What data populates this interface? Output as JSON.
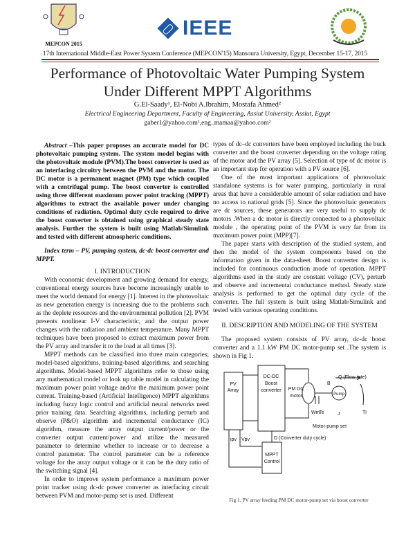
{
  "header": {
    "left_logo_caption": "MEPCON 2015",
    "center_logo_text": "IEEE",
    "conference_line": "17th International Middle-East Power System Conference (MEPCON'15) Mansoura University, Egypt, December 15-17, 2015",
    "colors": {
      "rule": "#6b2a2a",
      "ieee_blue": "#1f5aa6"
    }
  },
  "paper": {
    "title_line1": "Performance of Photovoltaic Water Pumping System",
    "title_line2": "Under Different MPPT Algorithms",
    "authors": "G.El-Saady¹, El-Nobi A.Ibrahim, Mostafa Ahmed²",
    "affiliation": "Electrical Engineering Department, Faculty of Engineering, Assiut University, Assiut, Egypt",
    "emails": "gaber1@yahoo.com¹,eng_mamaa@yahoo.com²"
  },
  "left_column": {
    "abstract_label": "Abstract",
    "abstract_text": " –This paper proposes an accurate model for DC photovoltaic pumping system. The system model begins with the photovoltaic module (PVM).The boost converter is used as an interfacing circuitry between the PVM and the motor. The DC motor is a permanent magnet (PM) type which coupled with a centrifugal pump. The boost converter is controlled using three different maximum power point tracking (MPPT) algorithms to extract the available power under changing conditions of radiation. Optimal duty cycle required to drive the boost converter is obtained using graphical steady state analysis. Further the system is built using Matlab/Simulink and tested with different atmospheric conditions.",
    "index_terms": "Index term – PV, pumping system, dc-dc boost converter and MPPT.",
    "section1_heading": "I. INTRODUCTION",
    "paragraphs": [
      "With economic development and growing demand for energy, conventional energy sources have become increasingly unable to meet the world demand for energy [1]. Interest in the photovoltaic as new generation energy is increasing due to the problems such as the deplete resources and the environmental pollution [2]. PVM presents nonlinear I-V characteristic, and the output power changes with the radiation and ambient temperature. Many MPPT techniques have been proposed to extract maximum power from the PV array and transfer it to the load at all times [3].",
      "MPPT methods can be classified into three main categories; model-based algorithms, training-based algorithms, and searching algorithms. Model-based MPPT algorithms refer to those using any mathematical model or look up table model in calculating the maximum power point voltage and/or the maximum power point current. Training-based (Artificial Intelligence) MPPT algorithms including fuzzy logic control and artificial neural networks need prior training data. Searching algorithms, including perturb and observe (P&O) algorithm and incremental conductance (IC) algorithm, measure the array output current/power or the converter output current/power and utilize the measured parameter to determine whether to increase or to decrease a control parameter. The control parameter can be a reference voltage for the array output voltage or it can be the duty ratio of the switching signal [4].",
      "In order to improve system performance a maximum power point tracker using dc-dc power converter as interfacing circuit between PVM and motor-pump set is used. Different"
    ]
  },
  "right_column": {
    "paragraphs": [
      "types of dc–dc converters have been employed including the buck converter and the boost converter depending on the voltage rating of the motor and the PV array [5]. Selection of type of dc motor is an important step for operation with a PV source [6].",
      "One of the most important applications of photovoltaic standalone systems is for water pumping, particularly in rural areas that have a considerable amount of solar radiation and have no access to national grids [5]. Since the photovoltaic generators are dc sources, these generators are very useful to supply dc motors .When a dc motor is directly connected to a photovoltaic module , the operating point of the PVM is very far from its maximum power point (MPP)[7].",
      "The paper starts with description of the studied system, and then the model of the system components based on the information given in the data-sheet. Boost converter design is included for continuous conduction mode of operation. MPPT algorithms used in the study are constant voltage (CV), perturb and observe and incremental conductance method. Steady state analysis is performed to get the optimal duty cycle of the converter. The full system is built using Matlab/Simulink and tested with various operating conditions."
    ],
    "section2_heading": "II. DESCRIPTION AND MODELING OF THE SYSTEM",
    "section2_paragraph": "The proposed system consists of PV array, dc-dc boost converter and a 1.1 kW PM DC motor-pump set .The system is shown in Fig 1."
  },
  "figure": {
    "pv_array": [
      "PV",
      "Array"
    ],
    "boost": [
      "DC-DC",
      "Boost",
      "converter"
    ],
    "motor": [
      "PM DC",
      "motor"
    ],
    "pump": "Pump",
    "flow": "Q (Flow rate)",
    "b": "B",
    "wm": "Wm",
    "te": "Te",
    "j": "J",
    "tl": "Tl",
    "motor_pump_set": "Motor-pump set",
    "duty": "D (Converter duty cycle)",
    "ipv": "ipv",
    "vpv": "Vpv",
    "mppt": [
      "MPPT",
      "Control"
    ],
    "caption": "Fig 1. PV array feeding PM DC motor-pump set via boost converter"
  }
}
